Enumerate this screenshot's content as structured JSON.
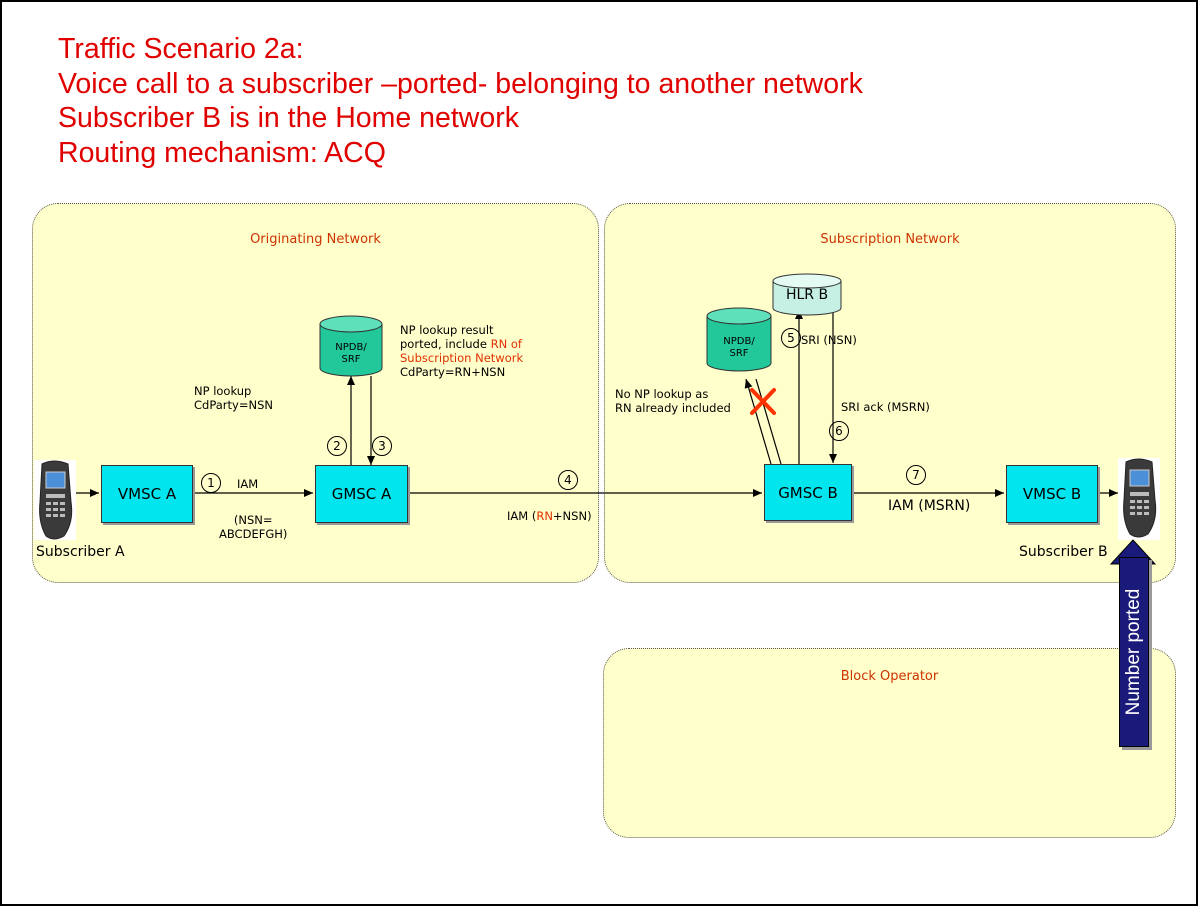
{
  "title_lines": [
    "Traffic Scenario 2a:",
    "Voice call to a subscriber –ported- belonging to another network",
    "Subscriber B is in the Home network",
    "Routing mechanism: ACQ"
  ],
  "zones": {
    "originating": "Originating Network",
    "subscription": "Subscription Network",
    "block": "Block Operator"
  },
  "nodes": {
    "vmsc_a": "VMSC A",
    "gmsc_a": "GMSC A",
    "gmsc_b": "GMSC B",
    "vmsc_b": "VMSC B",
    "hlr_b": "HLR B",
    "npdb_a": [
      "NPDB/",
      "SRF"
    ],
    "npdb_b": [
      "NPDB/",
      "SRF"
    ]
  },
  "subscribers": {
    "a": "Subscriber A",
    "b": "Subscriber B"
  },
  "steps": [
    "1",
    "2",
    "3",
    "4",
    "5",
    "6",
    "7"
  ],
  "labels": {
    "iam_1": "IAM",
    "nsn_value": [
      "(NSN=",
      "ABCDEFGH)"
    ],
    "np_lookup": [
      "NP lookup",
      "CdParty=NSN"
    ],
    "np_result": [
      "NP lookup result",
      "ported, include "
    ],
    "np_result_red": [
      "RN of",
      "Subscription Network"
    ],
    "np_result_tail": "CdParty=RN+NSN",
    "iam_4_prefix": "IAM (",
    "iam_4_rn": "RN",
    "iam_4_suffix": "+NSN)",
    "no_np_lookup": [
      "No NP lookup as",
      "RN already included"
    ],
    "sri": "SRI (NSN)",
    "sri_ack": "SRI ack (MSRN)",
    "iam_7": "IAM (MSRN)"
  },
  "ported_label": "Number ported",
  "colors": {
    "title": "#e00000",
    "zone_fill": "#ffffcc",
    "node_fill": "#00e5ee",
    "db_fill": "#22c79a",
    "hlr_fill": "#c6f0e4",
    "ported_fill": "#1a1a7a",
    "cross": "#ff3300"
  }
}
